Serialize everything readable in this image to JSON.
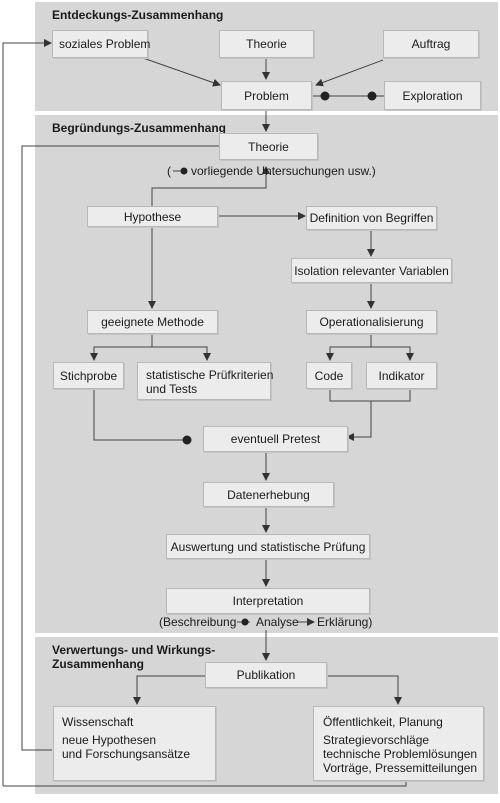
{
  "sections": {
    "discovery": "Entdeckungs-Zusammenhang",
    "justification": "Begründungs-Zusammenhang",
    "utilization_line1": "Verwertungs- und Wirkungs-",
    "utilization_line2": "Zusammenhang"
  },
  "nodes": {
    "social_problem": "soziales Problem",
    "theory_top": "Theorie",
    "assignment": "Auftrag",
    "problem": "Problem",
    "exploration": "Exploration",
    "theory": "Theorie",
    "prior_studies": "vorliegende Untersuchungen usw.)",
    "prior_studies_open": "(",
    "hypothesis": "Hypothese",
    "definition": "Definition von Begriffen",
    "isolation": "Isolation relevanter Variablen",
    "method": "geeignete Methode",
    "operationalization": "Operationalisierung",
    "sample": "Stichprobe",
    "criteria_line1": "statistische Prüfkriterien",
    "criteria_line2": "und Tests",
    "code": "Code",
    "indicator": "Indikator",
    "pretest": "eventuell Pretest",
    "data_collection": "Datenerhebung",
    "evaluation": "Auswertung und statistische Prüfung",
    "interpretation": "Interpretation",
    "interp_description": "(Beschreibung",
    "interp_analysis": "Analyse",
    "interp_explanation": "Erklärung)",
    "publication": "Publikation",
    "science_title": "Wissenschaft",
    "science_line1": "neue Hypothesen",
    "science_line2": "und Forschungsansätze",
    "public_title": "Öffentlichkeit, Planung",
    "public_line1": "Strategievorschläge",
    "public_line2": "technische Problemlösungen",
    "public_line3": "Vorträge, Pressemitteilungen"
  },
  "colors": {
    "section_bg": "#d6d6d6",
    "box_bg": "#ececec",
    "line": "#444444"
  }
}
